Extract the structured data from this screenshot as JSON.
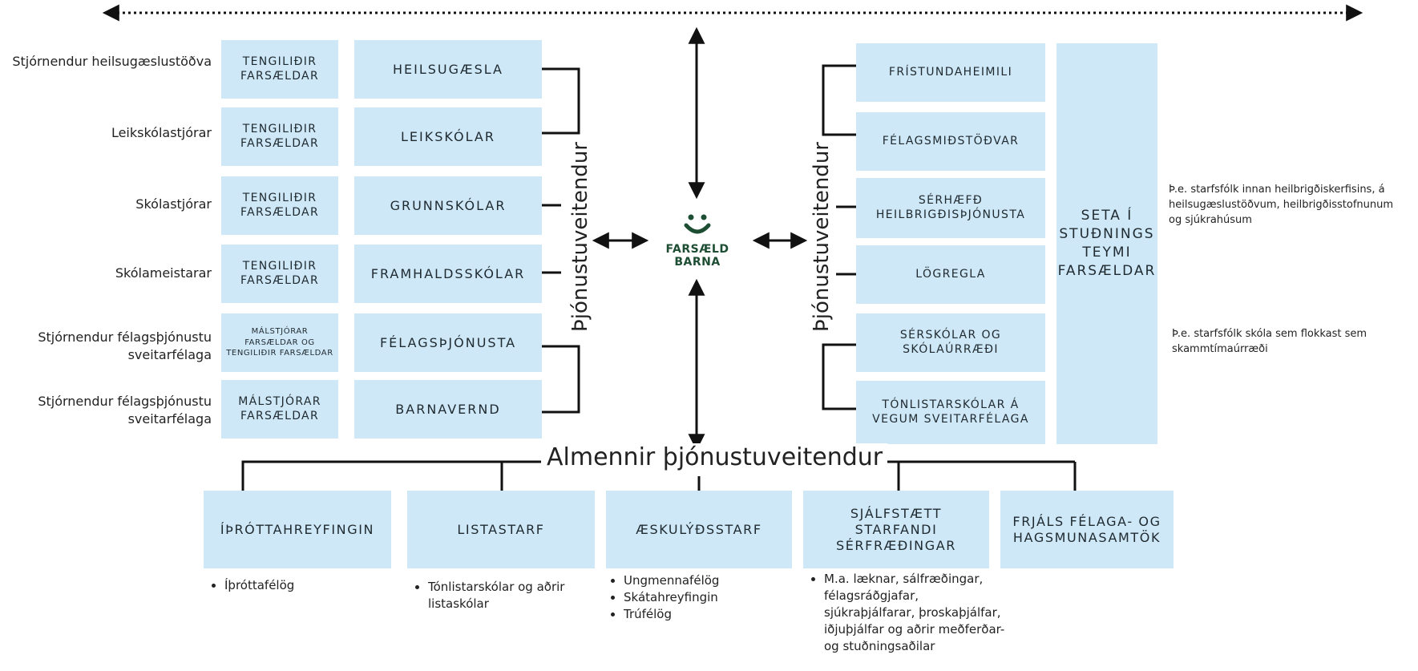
{
  "logo": {
    "line1": "FARSÆLD",
    "line2": "BARNA",
    "smile_color": "#1d4d33"
  },
  "left_vertical_label": "Þjónustuveitendur",
  "right_vertical_label": "Þjónustuveitendur",
  "center_title": "Almennir þjónustuveitendur",
  "left_rows": [
    {
      "role": "Stjórnendur heilsugæslustöðva",
      "contact": "TENGILIÐIR FARSÆLDAR",
      "service": "HEILSUGÆSLA"
    },
    {
      "role": "Leikskólastjórar",
      "contact": "TENGILIÐIR FARSÆLDAR",
      "service": "LEIKSKÓLAR"
    },
    {
      "role": "Skólastjórar",
      "contact": "TENGILIÐIR FARSÆLDAR",
      "service": "GRUNNSKÓLAR"
    },
    {
      "role": "Skólameistarar",
      "contact": "TENGILIÐIR FARSÆLDAR",
      "service": "FRAMHALDSSKÓLAR"
    },
    {
      "role": "Stjórnendur félagsþjónustu sveitarfélaga",
      "contact": "MÁLSTJÓRAR FARSÆLDAR OG TENGILIÐIR FARSÆLDAR",
      "service": "FÉLAGSÞJÓNUSTA"
    },
    {
      "role": "Stjórnendur félagsþjónustu sveitarfélaga",
      "contact": "MÁLSTJÓRAR FARSÆLDAR",
      "service": "BARNAVERND"
    }
  ],
  "right_boxes": [
    "FRÍSTUNDAHEIMILI",
    "FÉLAGSMIÐSTÖÐVAR",
    "SÉRHÆFÐ HEILBRIGÐISÞJÓNUSTA",
    "LÖGREGLA",
    "SÉRSKÓLAR OG SKÓLAÚRRÆÐI",
    "TÓNLISTARSKÓLAR Á VEGUM SVEITARFÉLAGA"
  ],
  "seta_box": "SETA Í STUÐNINGS TEYMI FARSÆLDAR",
  "notes": [
    "Þ.e. starfsfólk innan heilbrigðiskerfisins, á heilsugæslustöðvum, heilbrigðisstofnunum og sjúkrahúsum",
    "Þ.e. starfsfólk skóla sem flokkast sem skammtímaúrræði"
  ],
  "bottom_boxes": [
    {
      "label": "ÍÞRÓTTAHREYFINGIN",
      "items": [
        "Íþróttafélög"
      ]
    },
    {
      "label": "LISTASTARF",
      "items": [
        "Tónlistarskólar og aðrir listaskólar"
      ]
    },
    {
      "label": "ÆSKULÝÐSSTARF",
      "items": [
        "Ungmennafélög",
        "Skátahreyfingin",
        "Trúfélög"
      ]
    },
    {
      "label": "SJÁLFSTÆTT STARFANDI SÉRFRÆÐINGAR",
      "items": [
        "M.a. læknar, sálfræðingar, félagsráðgjafar, sjúkraþjálfarar, þroskaþjálfar, iðjuþjálfar og aðrir meðferðar- og stuðningsaðilar"
      ]
    },
    {
      "label": "FRJÁLS FÉLAGA- OG HAGSMUNASAMTÖK",
      "items": []
    }
  ],
  "colors": {
    "box_fill": "#cfe8f7",
    "line": "#111111",
    "logo_green": "#1d4d33"
  }
}
